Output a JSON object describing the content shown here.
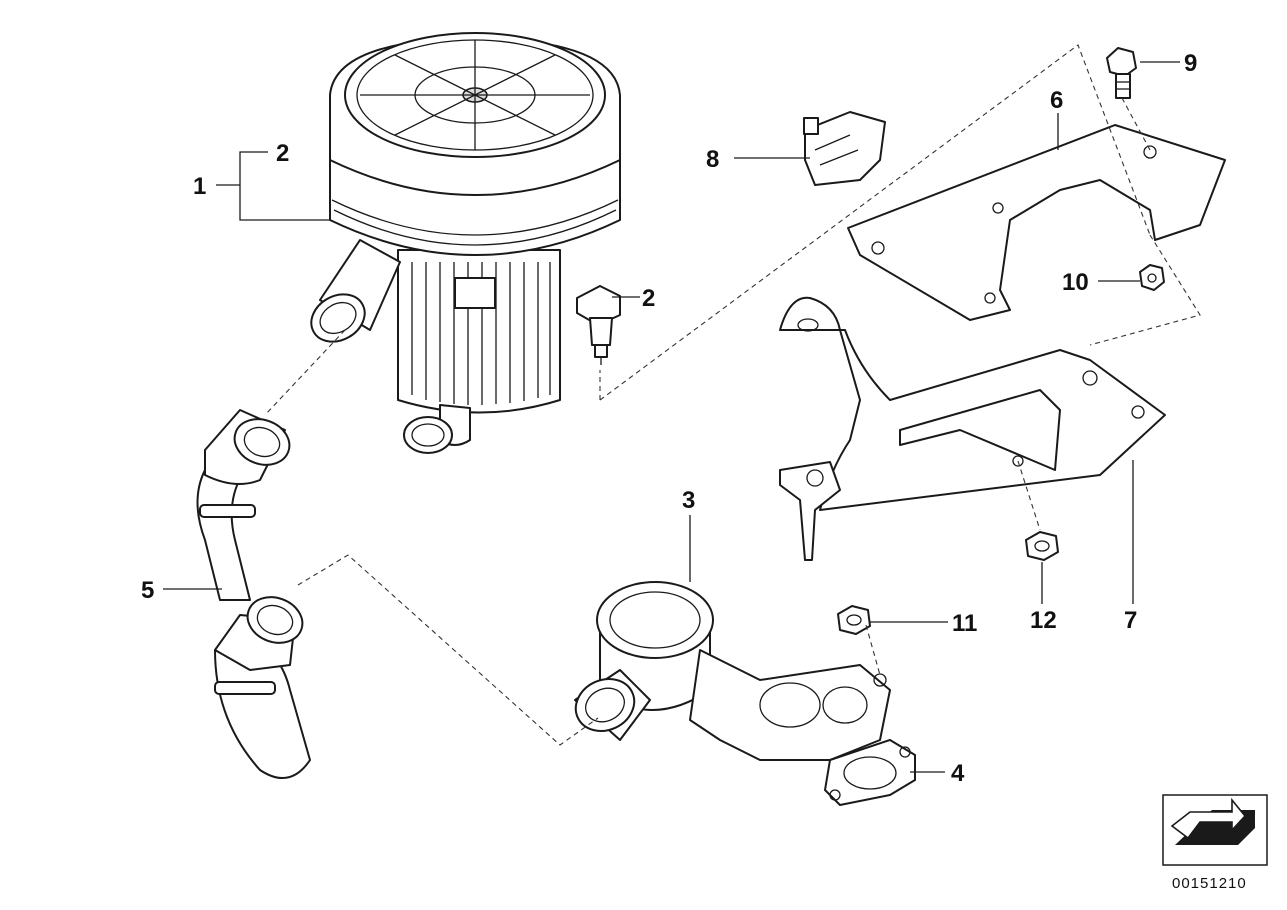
{
  "callouts": {
    "c1": "1",
    "c2a": "2",
    "c2b": "2",
    "c3": "3",
    "c4": "4",
    "c5": "5",
    "c6": "6",
    "c7": "7",
    "c8": "8",
    "c9": "9",
    "c10": "10",
    "c11": "11",
    "c12": "12"
  },
  "catalog_number": "00151210",
  "icons": {
    "orientation": "arrow-icon"
  },
  "colors": {
    "line": "#1a1a1a",
    "background": "#ffffff"
  }
}
